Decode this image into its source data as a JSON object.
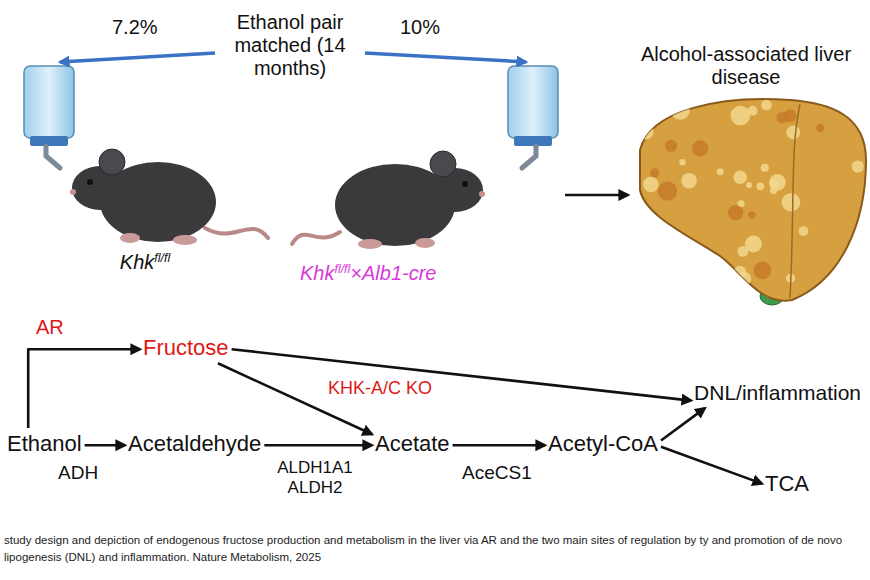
{
  "diagram": {
    "caption": "study design and depiction of endogenous fructose production and metabolism in the liver via AR and the two main sites of regulation by ty and promotion of de novo lipogenesis (DNL) and inflammation. Nature Metabolism, 2025",
    "nodes": [
      {
        "text": [
          "Ethanol pair matched (14 months)"
        ]
      },
      {
        "text": [
          "Khkfl/fl"
        ]
      },
      {
        "text": [
          "Khkfl/fl×Alb1-cre"
        ]
      },
      {
        "text": [
          "Alcohol-associated liver disease"
        ]
      },
      {
        "text": [
          "Fructose"
        ]
      },
      {
        "text": [
          "Ethanol"
        ]
      },
      {
        "text": [
          "Acetaldehyde"
        ]
      },
      {
        "text": [
          "Acetate"
        ]
      },
      {
        "text": [
          "Acetyl-CoA"
        ]
      },
      {
        "text": [
          "DNL/inflammation"
        ]
      },
      {
        "text": [
          "TCA"
        ]
      }
    ],
    "edges": [
      {
        "from": 0,
        "to": 1,
        "label": "7.2%",
        "arrow": "to"
      },
      {
        "from": 0,
        "to": 2,
        "label": "10%",
        "arrow": "to"
      },
      {
        "from": 2,
        "to": 3,
        "arrow": "to"
      },
      {
        "from": 5,
        "to": 4,
        "label": "AR",
        "arrow": "to"
      },
      {
        "from": 5,
        "to": 6,
        "label": "ADH",
        "arrow": "to"
      },
      {
        "from": 6,
        "to": 7,
        "label": "ALDH1A1 ALDH2",
        "arrow": "to"
      },
      {
        "from": 4,
        "to": 7,
        "label": "KHK-A/C KO",
        "arrow": "to"
      },
      {
        "from": 7,
        "to": 8,
        "label": "AceCS1",
        "arrow": "to"
      },
      {
        "from": 4,
        "to": 9,
        "arrow": "to"
      },
      {
        "from": 8,
        "to": 9,
        "arrow": "to"
      },
      {
        "from": 8,
        "to": 10,
        "arrow": "to"
      }
    ]
  }
}
